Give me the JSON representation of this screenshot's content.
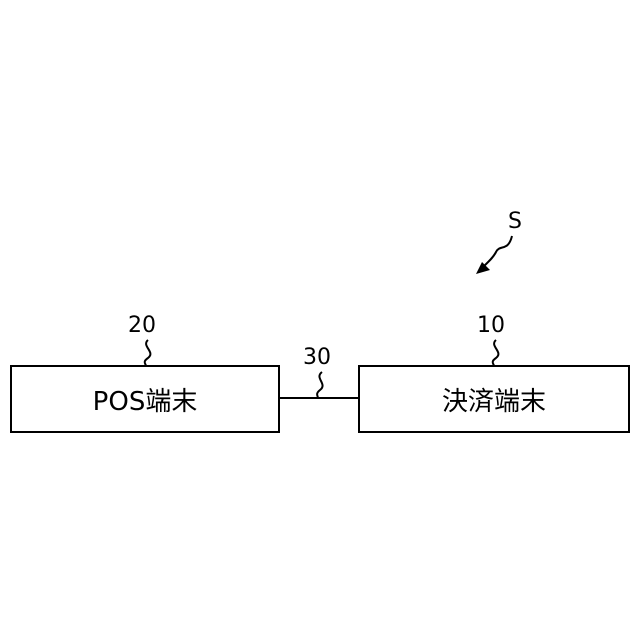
{
  "diagram": {
    "system_ref": "S",
    "pos_terminal": {
      "ref": "20",
      "label": "POS端末"
    },
    "payment_terminal": {
      "ref": "10",
      "label": "決済端末"
    },
    "connection": {
      "ref": "30"
    }
  },
  "colors": {
    "stroke": "#000000",
    "background": "#ffffff"
  }
}
